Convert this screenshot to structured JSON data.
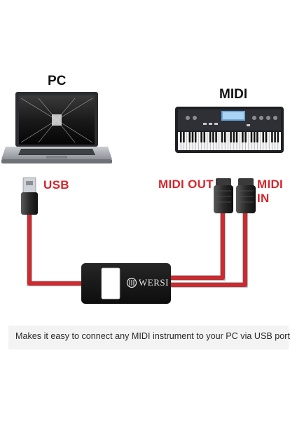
{
  "labels": {
    "pc": "PC",
    "midi": "MIDI",
    "usb": "USB",
    "midi_out": "MIDI OUT",
    "midi_in": "MIDI IN"
  },
  "device": {
    "brand": "WERSI"
  },
  "caption": "Makes it easy to connect any MIDI instrument to your PC via USB port",
  "colors": {
    "cable": "#d6262c",
    "label_accent": "#d6262c",
    "body": "#1a1a1a"
  },
  "icons": [
    "laptop-icon",
    "keyboard-instrument-icon",
    "usb-connector-icon",
    "midi-connector-icon",
    "wersi-logo-icon"
  ]
}
